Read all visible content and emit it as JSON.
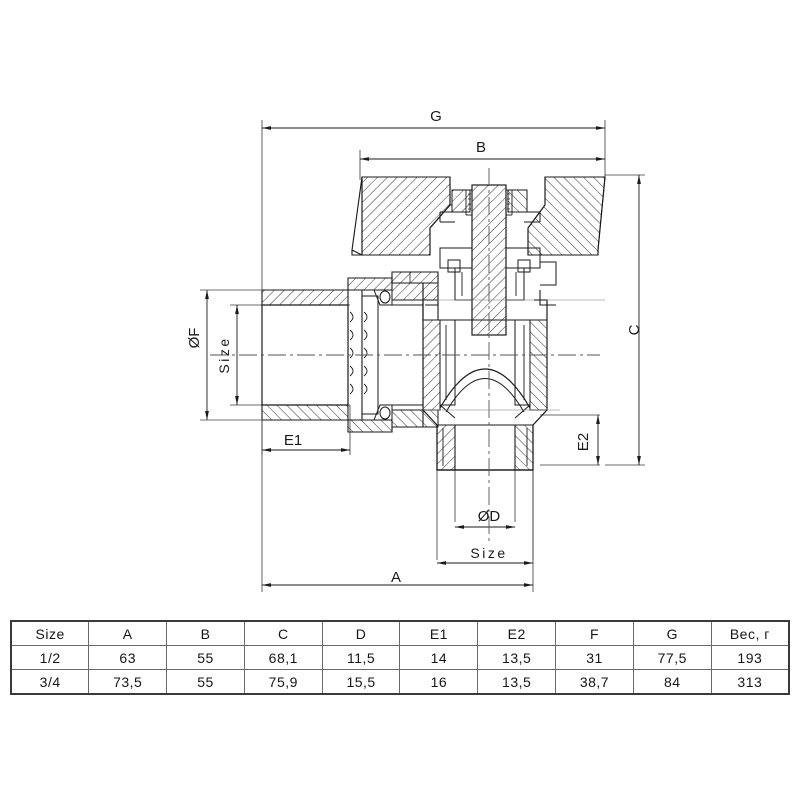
{
  "drawing": {
    "title": "Angle ball valve cross-section drawing",
    "dimension_labels": {
      "overall_width": "G",
      "handle_width": "B",
      "overall_height": "C",
      "overall_length": "A",
      "inlet_offset": "E1",
      "outlet_offset": "E2",
      "inlet_diameter": "ØF",
      "outlet_diameter": "ØD",
      "inlet_size": "Size",
      "outlet_size": "Size"
    }
  },
  "spec_table": {
    "headers": [
      "Size",
      "A",
      "B",
      "C",
      "D",
      "E1",
      "E2",
      "F",
      "G",
      "Вес, г"
    ],
    "rows": [
      [
        "1/2",
        "63",
        "55",
        "68,1",
        "11,5",
        "14",
        "13,5",
        "31",
        "77,5",
        "193"
      ],
      [
        "3/4",
        "73,5",
        "55",
        "75,9",
        "15,5",
        "16",
        "13,5",
        "38,7",
        "84",
        "313"
      ]
    ]
  },
  "chart_data": {
    "type": "table",
    "title": "Valve dimension specification",
    "categories": [
      "Size",
      "A",
      "B",
      "C",
      "D",
      "E1",
      "E2",
      "F",
      "G",
      "Вес, г"
    ],
    "series": [
      {
        "name": "1/2",
        "values": [
          "63",
          "55",
          "68,1",
          "11,5",
          "14",
          "13,5",
          "31",
          "77,5",
          "193"
        ]
      },
      {
        "name": "3/4",
        "values": [
          "73,5",
          "55",
          "75,9",
          "15,5",
          "16",
          "13,5",
          "38,7",
          "84",
          "313"
        ]
      }
    ]
  }
}
